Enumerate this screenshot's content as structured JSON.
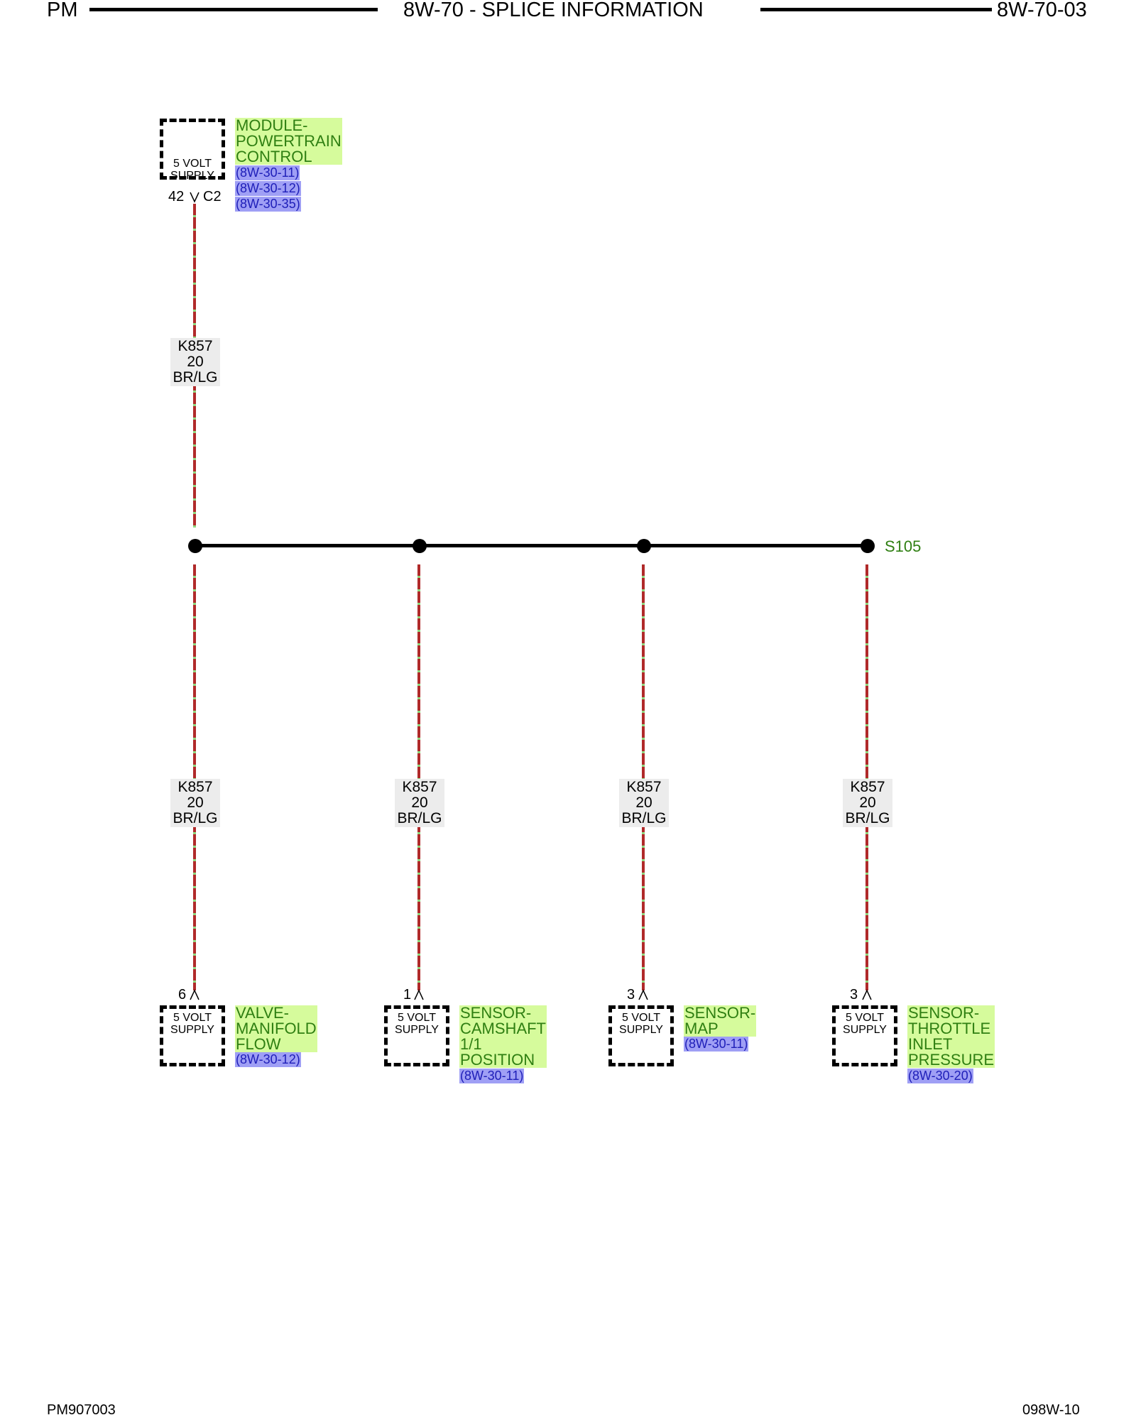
{
  "header": {
    "left": "PM",
    "center": "8W-70 - SPLICE INFORMATION",
    "right": "8W-70-03"
  },
  "footer": {
    "left": "PM907003",
    "right": "098W-10"
  },
  "source": {
    "name_lines": [
      "MODULE-",
      "POWERTRAIN",
      "CONTROL"
    ],
    "supply_lines": [
      "5 VOLT",
      "SUPPLY"
    ],
    "pin": "42",
    "connector": "C2",
    "refs": [
      "(8W-30-11)",
      "(8W-30-12)",
      "(8W-30-35)"
    ]
  },
  "wire_label": {
    "circuit": "K857",
    "gauge": "20",
    "color": "BR/LG"
  },
  "splice": {
    "id": "S105"
  },
  "components": [
    {
      "name_lines": [
        "VALVE-",
        "MANIFOLD",
        "FLOW"
      ],
      "supply_lines": [
        "5 VOLT",
        "SUPPLY"
      ],
      "pin": "6",
      "refs": [
        "(8W-30-12)"
      ]
    },
    {
      "name_lines": [
        "SENSOR-",
        "CAMSHAFT",
        "1/1",
        "POSITION"
      ],
      "supply_lines": [
        "5 VOLT",
        "SUPPLY"
      ],
      "pin": "1",
      "refs": [
        "(8W-30-11)"
      ]
    },
    {
      "name_lines": [
        "SENSOR-",
        "MAP"
      ],
      "supply_lines": [
        "5 VOLT",
        "SUPPLY"
      ],
      "pin": "3",
      "refs": [
        "(8W-30-11)"
      ]
    },
    {
      "name_lines": [
        "SENSOR-",
        "THROTTLE",
        "INLET",
        "PRESSURE"
      ],
      "supply_lines": [
        "5 VOLT",
        "SUPPLY"
      ],
      "pin": "3",
      "refs": [
        "(8W-30-20)"
      ]
    }
  ],
  "colors": {
    "wire_primary": "#b02a2a",
    "wire_stripe": "#8fd87f",
    "name_bg": "#d6fb9c",
    "name_text": "#2f7f12",
    "ref_bg": "#9f9ff5",
    "ref_text": "#1e1eb8"
  }
}
